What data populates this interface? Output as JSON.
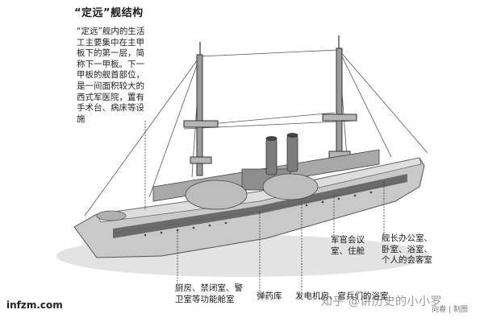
{
  "title": "“定远”舰结构",
  "intro": "“定远”舰内的生活工主要集中在主甲板下的第一层，简称下一甲板。下一甲板的舰首部位，是一间面积较大的西式军医院，置有手术台、病床等设施",
  "labels": {
    "kitchen": "厨房、禁闭室、警卫室等功能舱室",
    "magazine": "弹药库",
    "generator": "发电机房、官兵们的浴室",
    "meeting": "军官会议室、住舱",
    "captain": "舰长办公室、卧室、浴室、个人的会客室"
  },
  "credit": "向春 | 制图",
  "brand": "infzm.com",
  "watermark": "知乎 @讲历史的小小罗"
}
